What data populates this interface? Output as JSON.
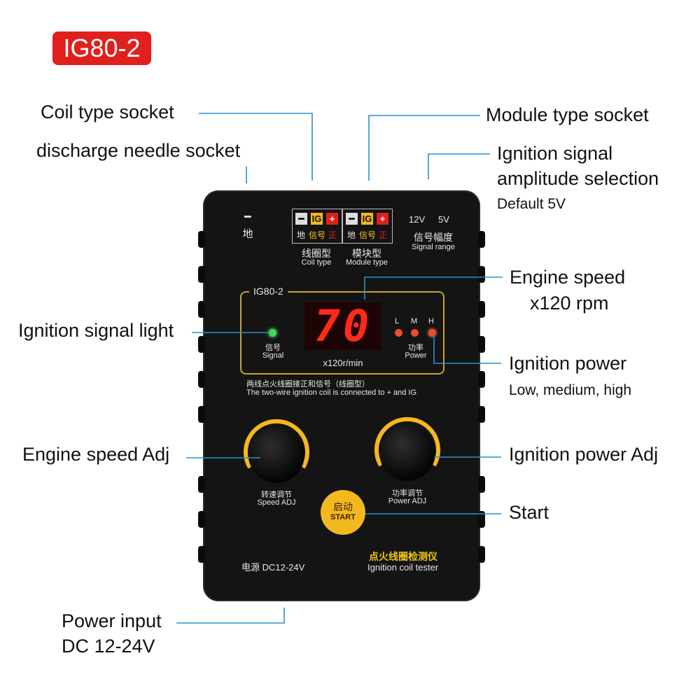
{
  "badge": "IG80-2",
  "callouts": {
    "coil_socket": "Coil type socket",
    "needle_socket": "discharge needle socket",
    "module_socket": "Module type socket",
    "amp_line1": "Ignition signal",
    "amp_line2": "amplitude selection",
    "amp_default": "Default 5V",
    "engine_speed_line1": "Engine speed",
    "engine_speed_line2": "x120 rpm",
    "signal_light": "Ignition signal light",
    "power": "Ignition power",
    "power_levels": "Low, medium, high",
    "speed_adj": "Engine speed Adj",
    "power_adj": "Ignition power Adj",
    "start": "Start",
    "power_input_line1": "Power input",
    "power_input_line2": "DC 12-24V"
  },
  "device": {
    "ground_symbol": "━",
    "ground_cn": "地",
    "pin_minus": "━",
    "pin_ig": "IG",
    "pin_plus": "+",
    "pin_cn_ground": "地",
    "pin_cn_signal": "信号",
    "pin_cn_plus": "正",
    "coil_cn": "线圈型",
    "coil_en": "Coil type",
    "module_cn": "模块型",
    "module_en": "Module type",
    "volt_12": "12V",
    "volt_5": "5V",
    "range_cn": "信号幅度",
    "range_en": "Signal range",
    "panel_model": "IG80-2",
    "display_value": "70",
    "display_unit": "x120r/min",
    "signal_cn": "信号",
    "signal_en": "Signal",
    "level_l": "L",
    "level_m": "M",
    "level_h": "H",
    "power_cn": "功率",
    "power_en": "Power",
    "note_cn": "两线点火线圈接正和信号（线圈型）",
    "note_en": "The two-wire  ignition  coil is connected to + and IG",
    "speed_cn": "转速调节",
    "speed_en": "Speed ADJ",
    "power_adj_cn": "功率调节",
    "power_adj_en": "Power ADJ",
    "start_cn": "启动",
    "start_en": "START",
    "power_supply": "电源  DC12-24V",
    "product_cn": "点火线圈检测仪",
    "product_en": "Ignition coil tester"
  },
  "colors": {
    "badge": "#e0201c",
    "leader_line": "#2a8fd0",
    "panel_border": "#c9a227",
    "display_digits": "#ff2a1a",
    "signal_led": "#3ddc4a",
    "power_led": "#f04a2a",
    "start_button": "#f4b81f"
  }
}
